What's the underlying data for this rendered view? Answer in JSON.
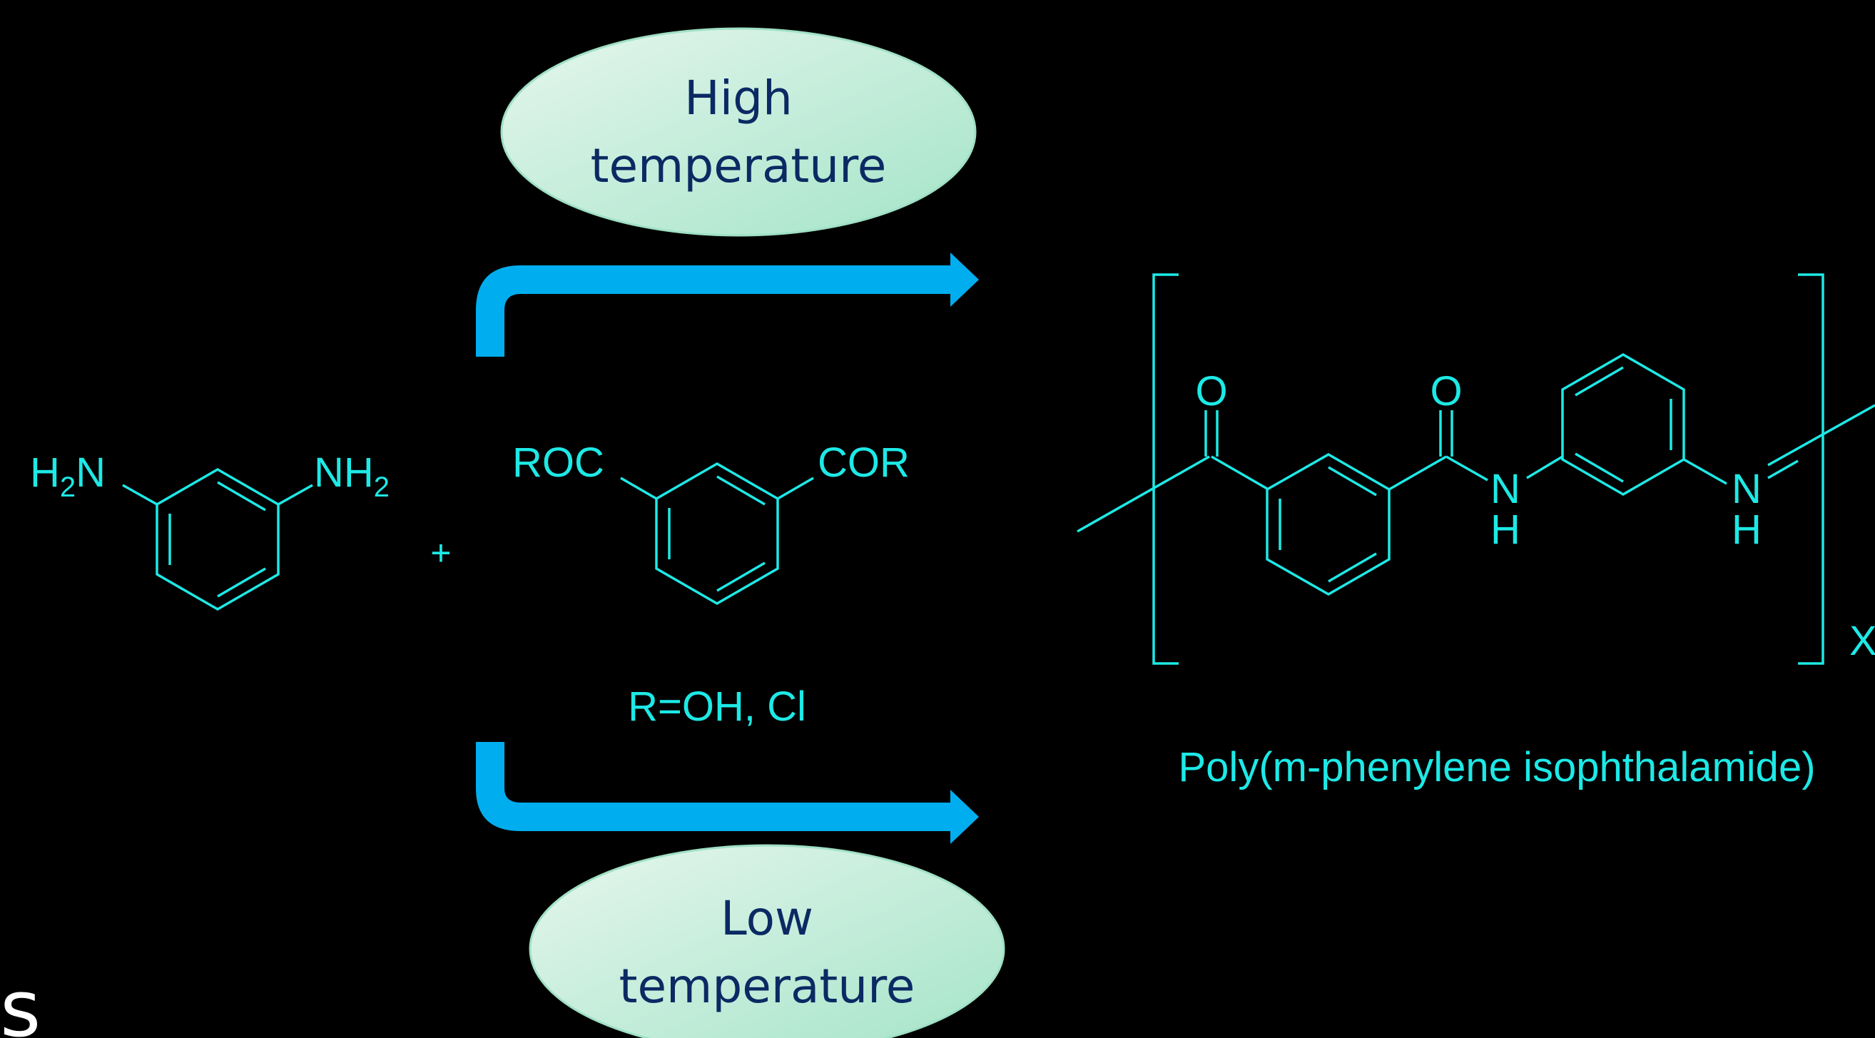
{
  "colors": {
    "background": "#000000",
    "structure": "#1de9e6",
    "arrow": "#00aeef",
    "ellipse_fill_light": "#e6f6ee",
    "ellipse_fill_dark": "#a4e4c8",
    "ellipse_text": "#0b2a63"
  },
  "conditions": {
    "high": {
      "line1": "High",
      "line2": "temperature"
    },
    "low": {
      "line1": "Low",
      "line2": "temperature"
    }
  },
  "reactant1": {
    "left_group": "H",
    "left_sub": "2",
    "left_n": "N",
    "right_n": "NH",
    "right_sub": "2"
  },
  "plus": "+",
  "reactant2": {
    "left_group": "ROC",
    "right_group": "COR",
    "r_def": "R=OH, Cl"
  },
  "product": {
    "o1": "O",
    "o2": "O",
    "n1": "N",
    "h1": "H",
    "n2": "N",
    "h2": "H",
    "subscript": "X",
    "name": "Poly(m-phenylene isophthalamide)"
  },
  "edge_text": "s"
}
